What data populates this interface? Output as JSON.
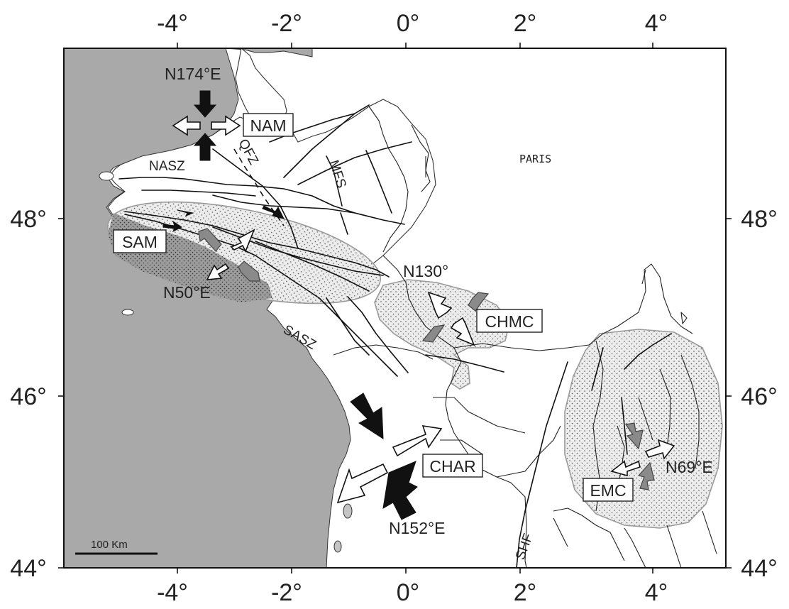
{
  "axes": {
    "top_ticks": [
      "-4°",
      "-2°",
      "0°",
      "2°",
      "4°"
    ],
    "bottom_ticks": [
      "-4°",
      "-2°",
      "0°",
      "2°",
      "4°"
    ],
    "left_ticks": [
      "48°",
      "46°",
      "44°"
    ],
    "right_ticks": [
      "48°",
      "46°",
      "44°"
    ]
  },
  "zones": {
    "nam": "NAM",
    "sam": "SAM",
    "chmc": "CHMC",
    "char": "CHAR",
    "emc": "EMC"
  },
  "orientations": {
    "nam": "N174°E",
    "sam": "N50°E",
    "chmc": "N130°",
    "char": "N152°E",
    "emc": "N69°E"
  },
  "faults": {
    "nasz": "NASZ",
    "sasz": "SASZ",
    "qfz": "QFZ",
    "mfs": "MFS",
    "shf": "SHF"
  },
  "city": "PARIS",
  "scale_bar": "100 Km",
  "colors": {
    "sea": "#a9a9a9",
    "land": "#ffffff",
    "zone_fill": "#ececec",
    "arrow_black": "#111111",
    "arrow_grey": "#8a8a8a"
  }
}
